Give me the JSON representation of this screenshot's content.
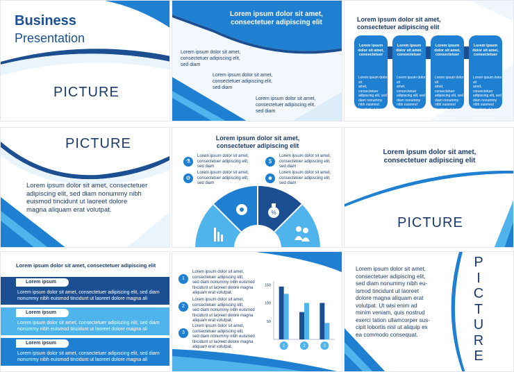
{
  "colors": {
    "primary": "#1f7fd1",
    "light": "#4fb3ec",
    "dark": "#1a3a6b",
    "navy": "#1c4f91"
  },
  "slide1": {
    "title": "Business",
    "subtitle": "Presentation",
    "picture": "PICTURE"
  },
  "slide2": {
    "heading_line1": "Lorem ipsum dolor sit amet,",
    "heading_line2": "consectetuer adipiscing elit",
    "blocks": [
      [
        "Lorem ipsum dolor sit amet,",
        "consectetuer adipiscing elit,",
        "sed diam"
      ],
      [
        "Lorem ipsum dolor sit amet,",
        "consectetuer adipiscing elit,",
        "sed diam"
      ],
      [
        "Lorem ipsum dolor sit amet,",
        "consectetuer adipiscing elit,",
        "sed diam"
      ]
    ]
  },
  "slide3": {
    "heading_line1": "Lorem ipsum dolor sit amet,",
    "heading_line2": "consectetuer adipiscing elit",
    "pillar_head": [
      "Lorem ipsum",
      "dolor sit amet,",
      "consectetuer"
    ],
    "pillar_body": [
      "Lorem ipsum dolor sit",
      "amet, consectetuer",
      "adipiscing elit, sed",
      "diam nonummy",
      "nibh euismod",
      "tincidunt ut laoreet",
      "dolore magna",
      "aliquam erat"
    ]
  },
  "slide4": {
    "picture": "PICTURE",
    "body": [
      "Lorem ipsum dolor sit amet, consectetuer",
      "adipiscing elit, sed diam nonummy nibh",
      "euismod tincidunt ut laoreet dolore",
      "magna aliquam erat volutpat."
    ]
  },
  "slide5": {
    "heading_line1": "Lorem ipsum dolor sit amet,",
    "heading_line2": "consectetuer adipiscing elit",
    "item": [
      "Lorem ipsum dolor sit amet,",
      "consectetuer adipiscing elit,",
      "sed diam"
    ],
    "icons": [
      "flask-icon",
      "money-bag-icon",
      "gear-icon",
      "team-icon"
    ],
    "segment_icons": [
      "chart-icon",
      "gear-icon",
      "money-bag-icon",
      "team-icon"
    ],
    "percent_symbol": "%"
  },
  "slide6": {
    "heading_line1": "Lorem ipsum dolor sit amet,",
    "heading_line2": "consectetuer adipiscing elit",
    "picture": "PICTURE"
  },
  "slide7": {
    "heading": "Lorem ipsum dolor sit amet, consectetuer adipiscing elit",
    "tag": "Lorem ipsum",
    "band_line1": "Lorem ipsum dolor sit amet, consectetuer adipiscing elit, sed diam",
    "band_line2": "nonummy nibh euismod tincidunt ut laoreet dolore magna ali"
  },
  "slide8": {
    "numbers": [
      "1",
      "2",
      "3"
    ],
    "item": [
      "Lorem ipsum dolor sit amet,",
      "consectetuer adipiscing elit,",
      "sed diam nonummy nibh euismod",
      "tincidunt ut laoreet dolore magna",
      "aliquam erat volutpat."
    ],
    "chart_data": {
      "type": "bar",
      "categories": [
        "1",
        "2",
        "3"
      ],
      "series": [
        {
          "values": [
            145,
            75,
            100
          ],
          "color": "#1c4f91"
        },
        {
          "values": [
            125,
            100,
            45
          ],
          "color": "#4fb3ec"
        }
      ],
      "yticks": [
        150,
        100,
        50
      ],
      "ylim": [
        0,
        160
      ]
    }
  },
  "slide9": {
    "body": [
      "Lorem ipsum dolor sit amet,",
      "consectetuer adipiscing elit,",
      "sed diam nonummy nibh eu-",
      "ismod tincidunt ut laoreet",
      "dolore magna aliquam erat",
      "volutpat. Ut wisi enim ad",
      "minim veniam, quis nostrud",
      "exerci tation ullamcorper sus-",
      "cipit lobortis nisl ut aliquip ex",
      "ea commodo consequat."
    ],
    "picture_letters": [
      "P",
      "I",
      "C",
      "T",
      "U",
      "R",
      "E"
    ]
  }
}
